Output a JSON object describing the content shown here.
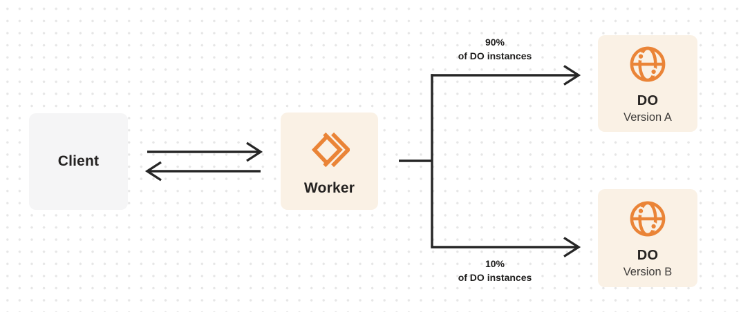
{
  "nodes": {
    "client": {
      "label": "Client"
    },
    "worker": {
      "label": "Worker"
    },
    "do_a": {
      "title": "DO",
      "subtitle": "Version A"
    },
    "do_b": {
      "title": "DO",
      "subtitle": "Version B"
    }
  },
  "edges": {
    "top": {
      "line1": "90%",
      "line2": "of DO instances"
    },
    "bottom": {
      "line1": "10%",
      "line2": "of DO instances"
    }
  },
  "colors": {
    "accent_orange": "#ea8437",
    "panel_cream": "#faf1e5",
    "panel_gray": "#f5f5f6",
    "line_dark": "#262626",
    "dot_grid": "#e6e6e6"
  }
}
